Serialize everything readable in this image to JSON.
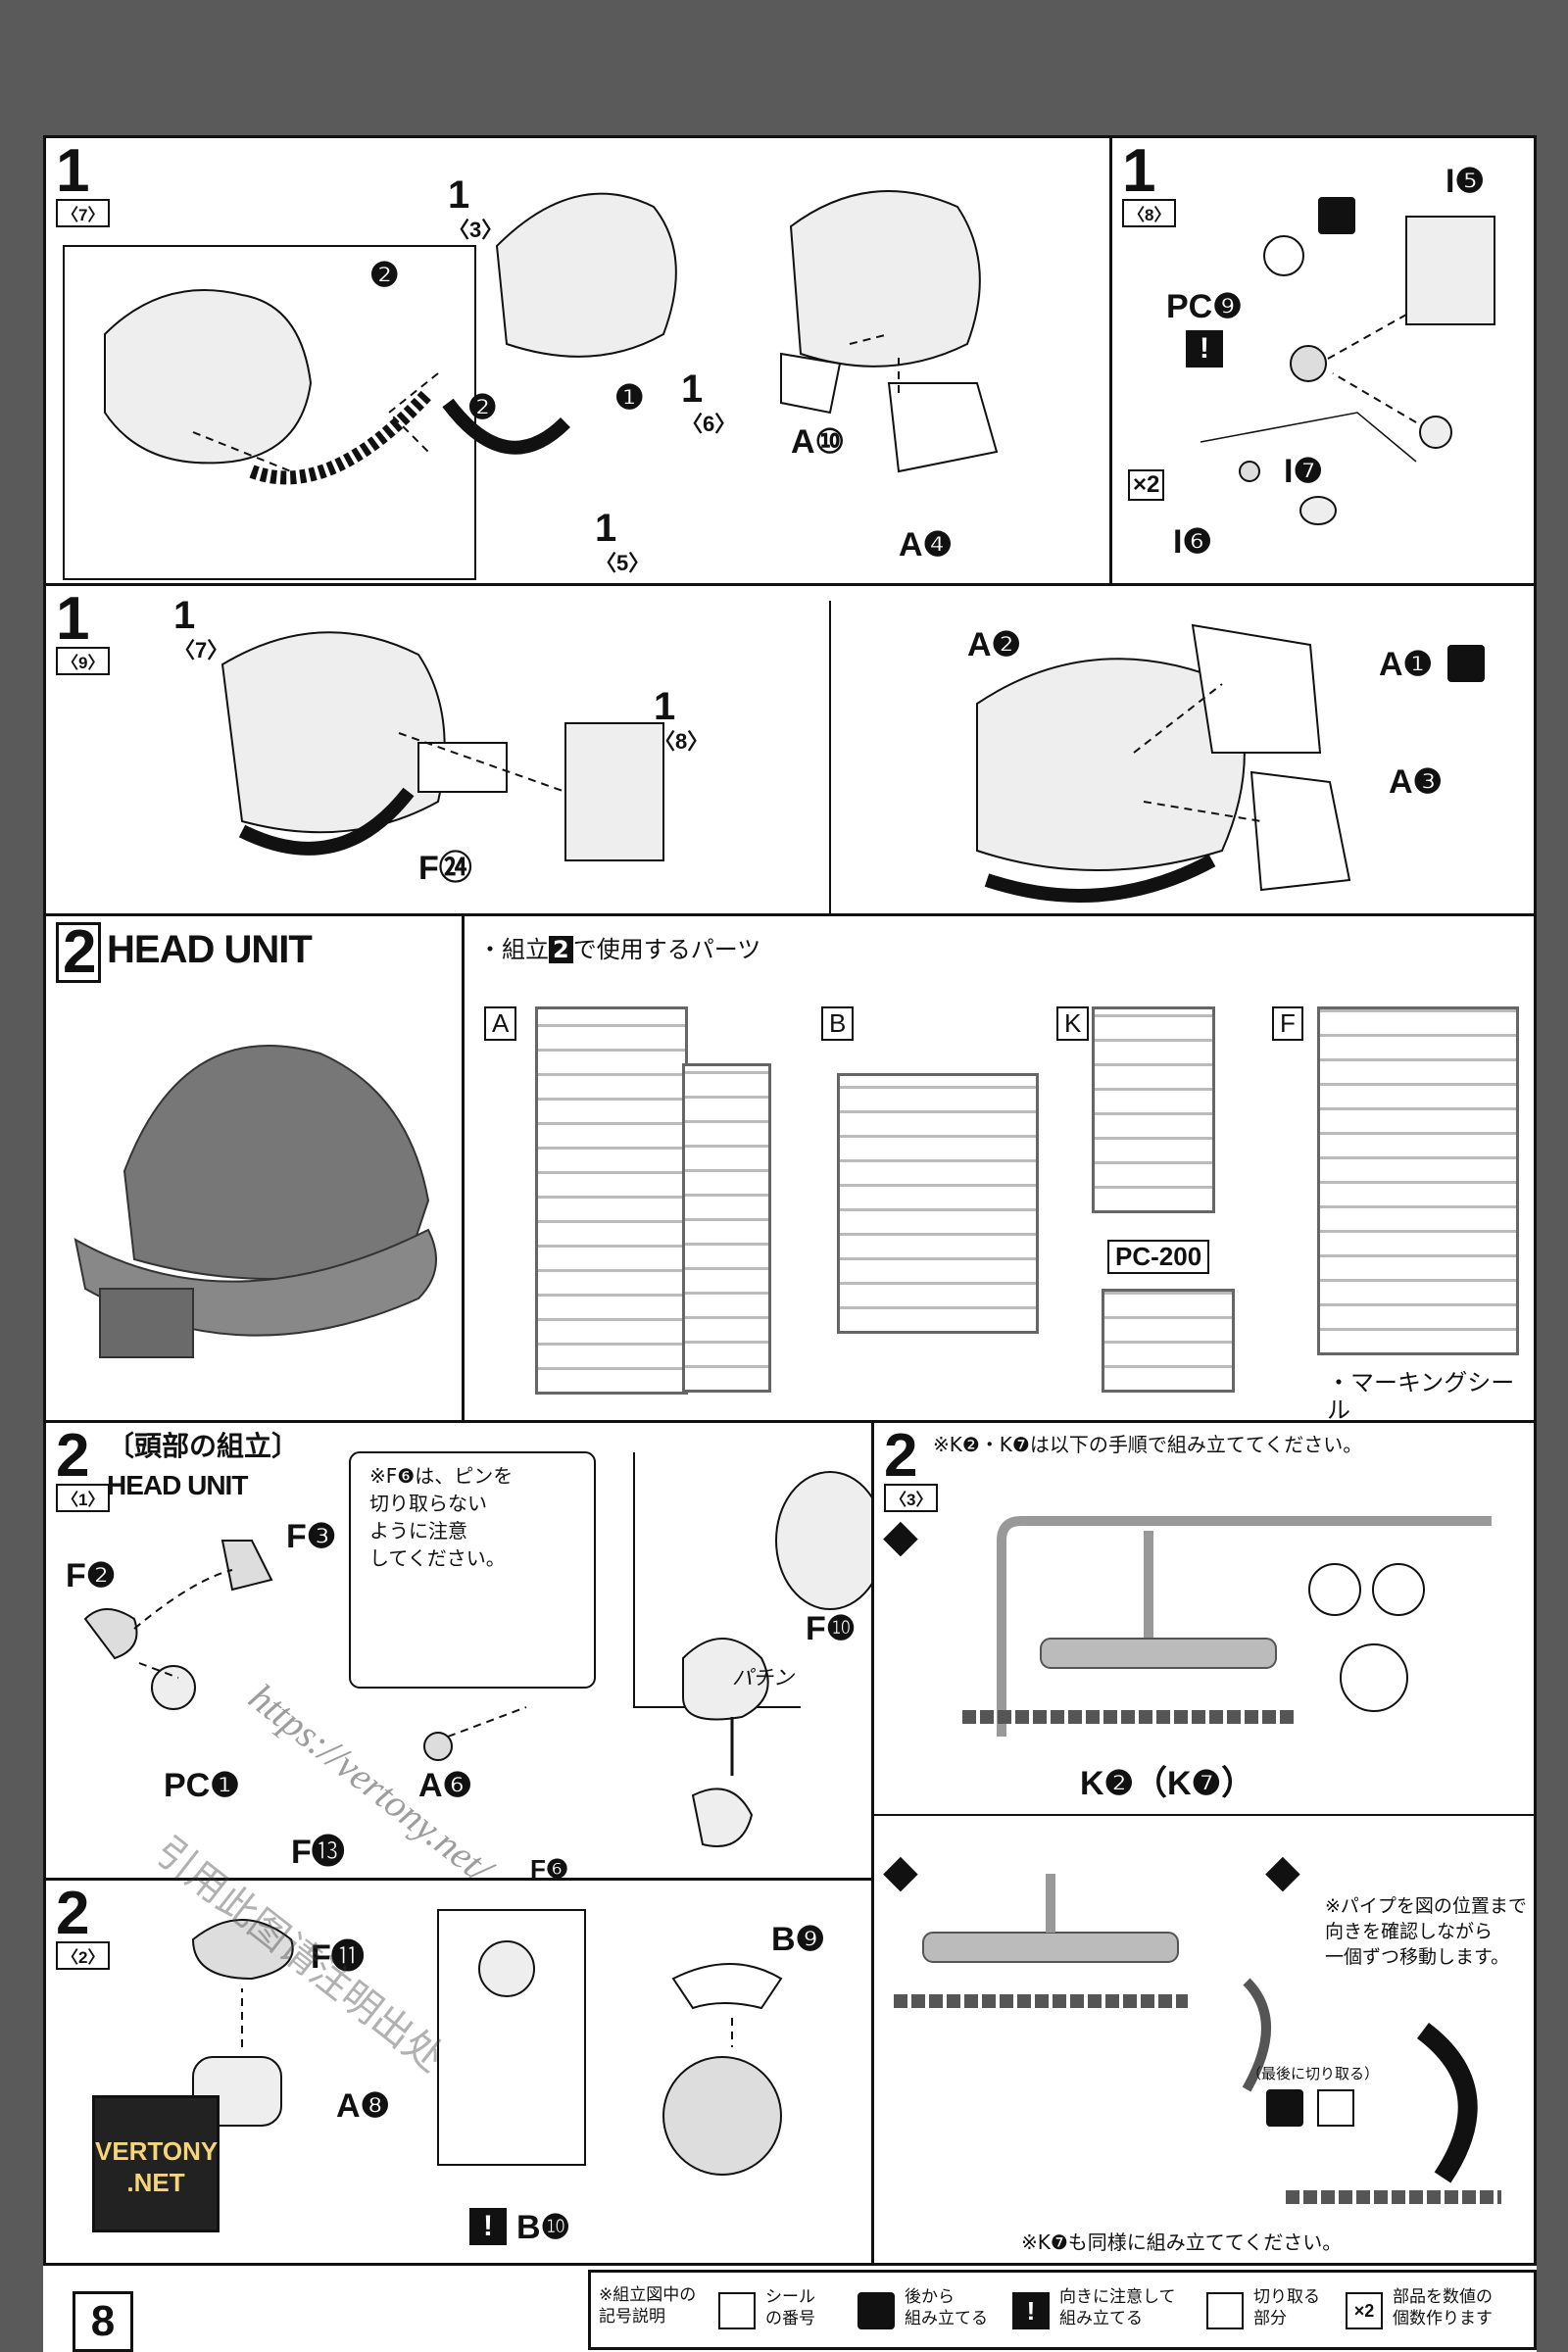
{
  "page_number": "8",
  "steps": {
    "s1_7": {
      "num": "1",
      "sub": "〈7〉",
      "ref3": "〈3〉",
      "ref6": "〈6〉",
      "ref5": "〈5〉",
      "marks": [
        "❷",
        "❷",
        "❶"
      ],
      "parts": [
        "A⑩",
        "A❹"
      ]
    },
    "s1_8": {
      "num": "1",
      "sub": "〈8〉",
      "parts": [
        "I❺",
        "PC❾",
        "I❼",
        "I❻"
      ],
      "x2": "×2"
    },
    "s1_9": {
      "num": "1",
      "sub": "〈9〉",
      "ref7": "〈7〉",
      "ref8": "〈8〉",
      "parts": [
        "F㉔",
        "A❷",
        "A❶",
        "A❸"
      ]
    },
    "s2": {
      "num": "2",
      "title": "HEAD UNIT",
      "parts_heading": "・組立",
      "parts_heading_num": "2",
      "parts_heading_tail": "で使用するパーツ",
      "runners": [
        "A",
        "B",
        "K",
        "F"
      ],
      "pc": "PC-200",
      "marking": "・マーキングシール"
    },
    "s2_1": {
      "num": "2",
      "sub": "〈1〉",
      "title_jp": "〔頭部の組立〕",
      "title_en": "HEAD UNIT",
      "note": "※F❻は、ピンを\n切り取らない\nように注意\nしてください。",
      "parts": [
        "F❷",
        "F❸",
        "PC❶",
        "A❻",
        "F❻",
        "F❿",
        "F⓭"
      ],
      "snap": "パチン"
    },
    "s2_2": {
      "num": "2",
      "sub": "〈2〉",
      "parts": [
        "F⓫",
        "A❽",
        "B❾",
        "B❿"
      ]
    },
    "s2_3": {
      "num": "2",
      "sub": "〈3〉",
      "note": "※K❷・K❼は以下の手順で組み立ててください。",
      "k_label": "K❷（K❼）",
      "note3": "※パイプを図の位置まで\n向きを確認しながら\n一個ずつ移動します。",
      "last_cut": "（最後に切り取る）",
      "k7_note": "※K❼も同様に組み立ててください。"
    }
  },
  "watermark": {
    "url": "https://vertony.net/",
    "jp": "引用此图请注明出处",
    "logo": "VERTONY\n.NET"
  },
  "legend": {
    "heading": "※組立図中の\n記号説明",
    "items": [
      {
        "icon": "sticker-icon",
        "text": "シール\nの番号"
      },
      {
        "icon": "back-assemble-icon",
        "text": "後から\n組み立てる"
      },
      {
        "icon": "caution-icon",
        "text": "向きに注意して\n組み立てる"
      },
      {
        "icon": "cut-icon",
        "text": "切り取る\n部分"
      },
      {
        "icon": "multiply-icon",
        "text": "部品を数値の\n個数作ります"
      }
    ]
  }
}
